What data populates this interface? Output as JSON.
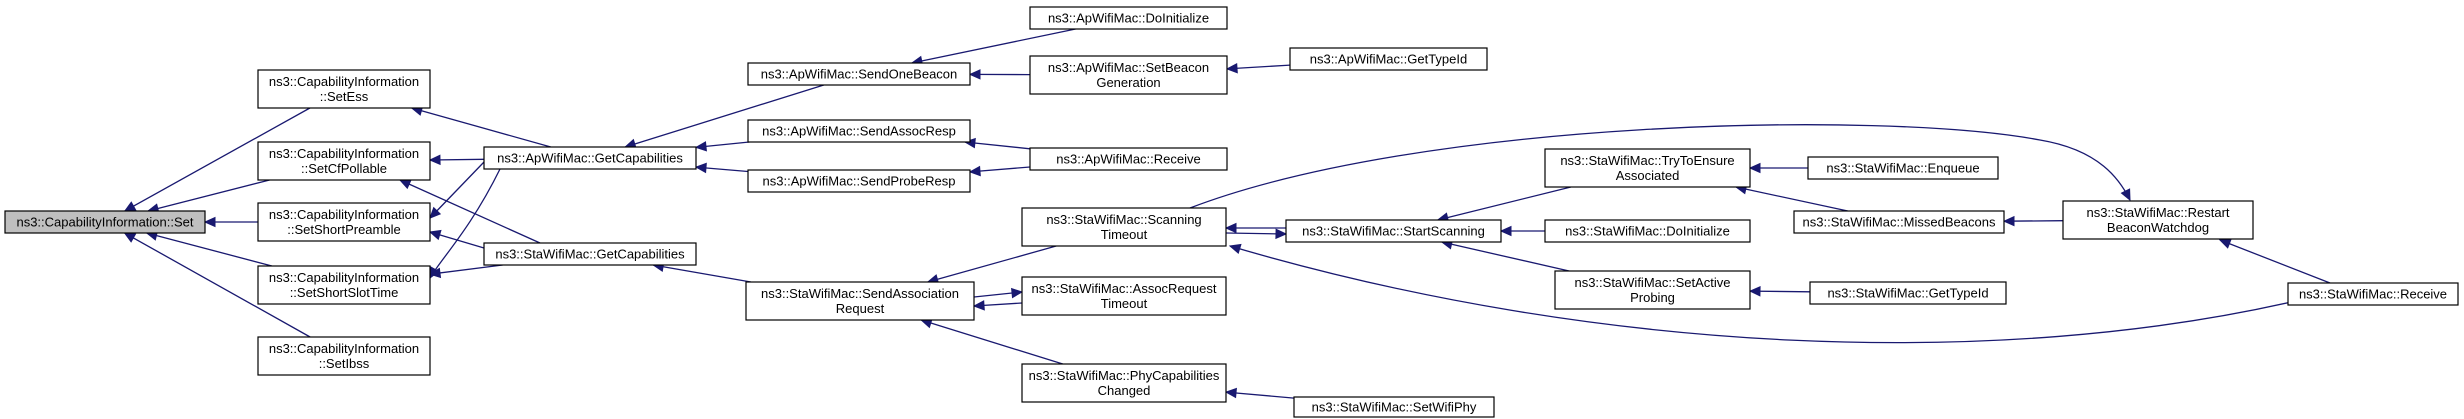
{
  "colors": {
    "edge": "#191970",
    "root_fill": "#bfbfbf",
    "node_fill": "#ffffff",
    "border": "#000000"
  },
  "nodes": [
    {
      "id": "set",
      "lines": [
        "ns3::CapabilityInformation::Set"
      ],
      "root": true
    },
    {
      "id": "setess",
      "lines": [
        "ns3::CapabilityInformation",
        "::SetEss"
      ]
    },
    {
      "id": "setcfpollable",
      "lines": [
        "ns3::CapabilityInformation",
        "::SetCfPollable"
      ]
    },
    {
      "id": "setshortpre",
      "lines": [
        "ns3::CapabilityInformation",
        "::SetShortPreamble"
      ]
    },
    {
      "id": "setshortslot",
      "lines": [
        "ns3::CapabilityInformation",
        "::SetShortSlotTime"
      ]
    },
    {
      "id": "setibss",
      "lines": [
        "ns3::CapabilityInformation",
        "::SetIbss"
      ]
    },
    {
      "id": "apgetcap",
      "lines": [
        "ns3::ApWifiMac::GetCapabilities"
      ]
    },
    {
      "id": "stagetcap",
      "lines": [
        "ns3::StaWifiMac::GetCapabilities"
      ]
    },
    {
      "id": "sendonebeacon",
      "lines": [
        "ns3::ApWifiMac::SendOneBeacon"
      ]
    },
    {
      "id": "sendassocresp",
      "lines": [
        "ns3::ApWifiMac::SendAssocResp"
      ]
    },
    {
      "id": "sendproberesp",
      "lines": [
        "ns3::ApWifiMac::SendProbeResp"
      ]
    },
    {
      "id": "apdoinit",
      "lines": [
        "ns3::ApWifiMac::DoInitialize"
      ]
    },
    {
      "id": "setbeacongen",
      "lines": [
        "ns3::ApWifiMac::SetBeacon",
        "Generation"
      ]
    },
    {
      "id": "apgettypeid",
      "lines": [
        "ns3::ApWifiMac::GetTypeId"
      ]
    },
    {
      "id": "apreceive",
      "lines": [
        "ns3::ApWifiMac::Receive"
      ]
    },
    {
      "id": "sendassocreq",
      "lines": [
        "ns3::StaWifiMac::SendAssociation",
        "Request"
      ]
    },
    {
      "id": "scantimeout",
      "lines": [
        "ns3::StaWifiMac::Scanning",
        "Timeout"
      ]
    },
    {
      "id": "assocreqtimeout",
      "lines": [
        "ns3::StaWifiMac::AssocRequest",
        "Timeout"
      ]
    },
    {
      "id": "phycapchanged",
      "lines": [
        "ns3::StaWifiMac::PhyCapabilities",
        "Changed"
      ]
    },
    {
      "id": "startscanning",
      "lines": [
        "ns3::StaWifiMac::StartScanning"
      ]
    },
    {
      "id": "setwifiphy",
      "lines": [
        "ns3::StaWifiMac::SetWifiPhy"
      ]
    },
    {
      "id": "tryensure",
      "lines": [
        "ns3::StaWifiMac::TryToEnsure",
        "Associated"
      ]
    },
    {
      "id": "stadoinit",
      "lines": [
        "ns3::StaWifiMac::DoInitialize"
      ]
    },
    {
      "id": "setactiveprobe",
      "lines": [
        "ns3::StaWifiMac::SetActive",
        "Probing"
      ]
    },
    {
      "id": "enqueue",
      "lines": [
        "ns3::StaWifiMac::Enqueue"
      ]
    },
    {
      "id": "missedbeacons",
      "lines": [
        "ns3::StaWifiMac::MissedBeacons"
      ]
    },
    {
      "id": "stagettypeid",
      "lines": [
        "ns3::StaWifiMac::GetTypeId"
      ]
    },
    {
      "id": "restartbeacon",
      "lines": [
        "ns3::StaWifiMac::Restart",
        "BeaconWatchdog"
      ]
    },
    {
      "id": "stareceive",
      "lines": [
        "ns3::StaWifiMac::Receive"
      ]
    }
  ],
  "edges": [
    {
      "from": "setess",
      "to": "set"
    },
    {
      "from": "setcfpollable",
      "to": "set"
    },
    {
      "from": "setshortpre",
      "to": "set"
    },
    {
      "from": "setshortslot",
      "to": "set"
    },
    {
      "from": "setibss",
      "to": "set"
    },
    {
      "from": "apgetcap",
      "to": "setess"
    },
    {
      "from": "apgetcap",
      "to": "setcfpollable"
    },
    {
      "from": "apgetcap",
      "to": "setshortpre"
    },
    {
      "from": "apgetcap",
      "to": "setshortslot"
    },
    {
      "from": "stagetcap",
      "to": "setcfpollable"
    },
    {
      "from": "stagetcap",
      "to": "setshortpre"
    },
    {
      "from": "stagetcap",
      "to": "setshortslot"
    },
    {
      "from": "sendonebeacon",
      "to": "apgetcap"
    },
    {
      "from": "sendassocresp",
      "to": "apgetcap"
    },
    {
      "from": "sendproberesp",
      "to": "apgetcap"
    },
    {
      "from": "apdoinit",
      "to": "sendonebeacon"
    },
    {
      "from": "setbeacongen",
      "to": "sendonebeacon"
    },
    {
      "from": "apgettypeid",
      "to": "setbeacongen"
    },
    {
      "from": "apreceive",
      "to": "sendassocresp"
    },
    {
      "from": "apreceive",
      "to": "sendproberesp"
    },
    {
      "from": "sendassocreq",
      "to": "stagetcap"
    },
    {
      "from": "scantimeout",
      "to": "sendassocreq"
    },
    {
      "from": "assocreqtimeout",
      "to": "sendassocreq"
    },
    {
      "from": "sendassocreq",
      "to": "assocreqtimeout"
    },
    {
      "from": "phycapchanged",
      "to": "sendassocreq"
    },
    {
      "from": "startscanning",
      "to": "scantimeout"
    },
    {
      "from": "scantimeout",
      "to": "startscanning"
    },
    {
      "from": "setwifiphy",
      "to": "phycapchanged"
    },
    {
      "from": "tryensure",
      "to": "startscanning"
    },
    {
      "from": "stadoinit",
      "to": "startscanning"
    },
    {
      "from": "setactiveprobe",
      "to": "startscanning"
    },
    {
      "from": "enqueue",
      "to": "tryensure"
    },
    {
      "from": "missedbeacons",
      "to": "tryensure"
    },
    {
      "from": "stagettypeid",
      "to": "setactiveprobe"
    },
    {
      "from": "restartbeacon",
      "to": "missedbeacons"
    },
    {
      "from": "scantimeout",
      "to": "restartbeacon"
    },
    {
      "from": "stareceive",
      "to": "restartbeacon"
    },
    {
      "from": "stareceive",
      "to": "scantimeout"
    }
  ]
}
